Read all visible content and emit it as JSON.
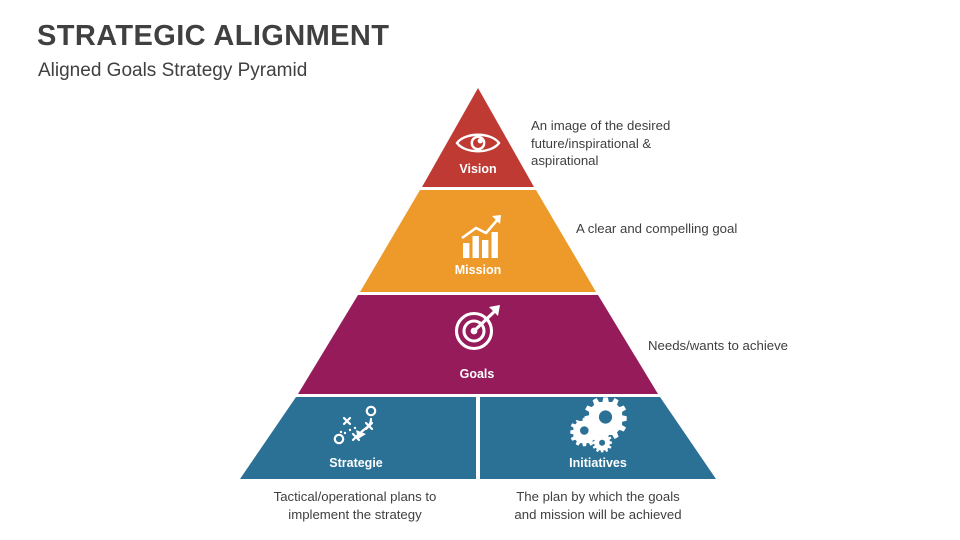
{
  "header": {
    "title": "STRATEGIC ALIGNMENT",
    "subtitle": "Aligned Goals Strategy Pyramid"
  },
  "colors": {
    "vision": "#BF3A33",
    "mission": "#EE9A2B",
    "goals": "#951B5B",
    "strategie": "#2B7095",
    "initiatives": "#2B7095",
    "text": "#3f3f3f",
    "heading": "#404040",
    "background": "#FFFFFF",
    "label_text": "#FFFFFF"
  },
  "pyramid": {
    "tiers": [
      {
        "key": "vision",
        "label": "Vision",
        "icon": "eye-icon",
        "side_caption": "An image of the desired future/inspirational & aspirational"
      },
      {
        "key": "mission",
        "label": "Mission",
        "icon": "growth-chart-icon",
        "side_caption": "A clear and compelling goal"
      },
      {
        "key": "goals",
        "label": "Goals",
        "icon": "target-arrow-icon",
        "side_caption": "Needs/wants to achieve"
      },
      {
        "key": "strategie",
        "label": "Strategie",
        "icon": "playbook-tactics-icon",
        "bottom_caption": "Tactical/operational plans to implement the strategy"
      },
      {
        "key": "initiatives",
        "label": "Initiatives",
        "icon": "gears-icon",
        "bottom_caption": "The plan by which the goals and mission will be achieved"
      }
    ]
  },
  "captions": {
    "vision_line1": "An image of the desired",
    "vision_line2": "future/inspirational &",
    "vision_line3": "aspirational",
    "mission_line1": "A clear and compelling goal",
    "goals_line1": "Needs/wants to achieve",
    "strategie_line1": "Tactical/operational plans to",
    "strategie_line2": "implement the strategy",
    "initiatives_line1": "The plan by which the goals",
    "initiatives_line2": "and mission will be achieved"
  }
}
